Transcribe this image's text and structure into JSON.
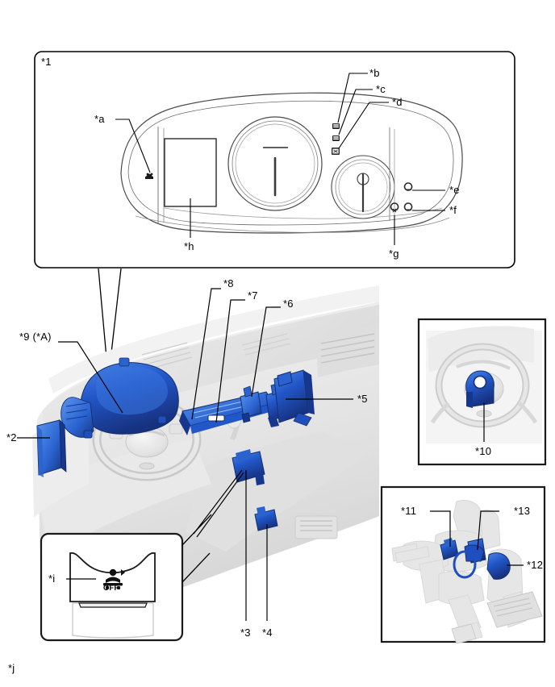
{
  "diagram": {
    "title_visible": false,
    "background_color": "#ffffff",
    "line_color": "#000000",
    "highlight_color": "#1f4fbf",
    "highlight_color_dark": "#17378f",
    "ghost_color": "#e8e8e8"
  },
  "cluster_panel": {
    "name": "instrument-cluster-detail",
    "box_label": "*1",
    "callouts": [
      {
        "id": "a",
        "label": "*a",
        "description": "airbag warning light"
      },
      {
        "id": "b",
        "label": "*b",
        "description": "indicator light b"
      },
      {
        "id": "c",
        "label": "*c",
        "description": "indicator light c"
      },
      {
        "id": "d",
        "label": "*d",
        "description": "indicator light d"
      },
      {
        "id": "e",
        "label": "*e",
        "description": "indicator light e"
      },
      {
        "id": "f",
        "label": "*f",
        "description": "indicator light f"
      },
      {
        "id": "g",
        "label": "*g",
        "description": "indicator light g"
      },
      {
        "id": "h",
        "label": "*h",
        "description": "multi-information display"
      }
    ]
  },
  "dashboard_view": {
    "name": "dashboard-overview",
    "callouts": [
      {
        "label": "*9 (*A)",
        "id": "9"
      },
      {
        "label": "*2",
        "id": "2"
      },
      {
        "label": "*8",
        "id": "8"
      },
      {
        "label": "*7",
        "id": "7"
      },
      {
        "label": "*6",
        "id": "6"
      },
      {
        "label": "*5",
        "id": "5"
      },
      {
        "label": "*3",
        "id": "3"
      },
      {
        "label": "*4",
        "id": "4"
      }
    ]
  },
  "steering_inset": {
    "name": "steering-wheel-inset",
    "callouts": [
      {
        "label": "*10",
        "id": "10"
      }
    ]
  },
  "pedal_inset": {
    "name": "pedal-assembly-inset",
    "callouts": [
      {
        "label": "*11",
        "id": "11"
      },
      {
        "label": "*13",
        "id": "13"
      },
      {
        "label": "*12",
        "id": "12"
      }
    ]
  },
  "seat_inset": {
    "name": "front-passenger-seat-inset",
    "callouts": [
      {
        "label": "*i",
        "id": "i"
      }
    ],
    "indicator_text": "OFF",
    "indicator_icon": "airbag-off-icon"
  },
  "footnote": {
    "label": "*j"
  }
}
